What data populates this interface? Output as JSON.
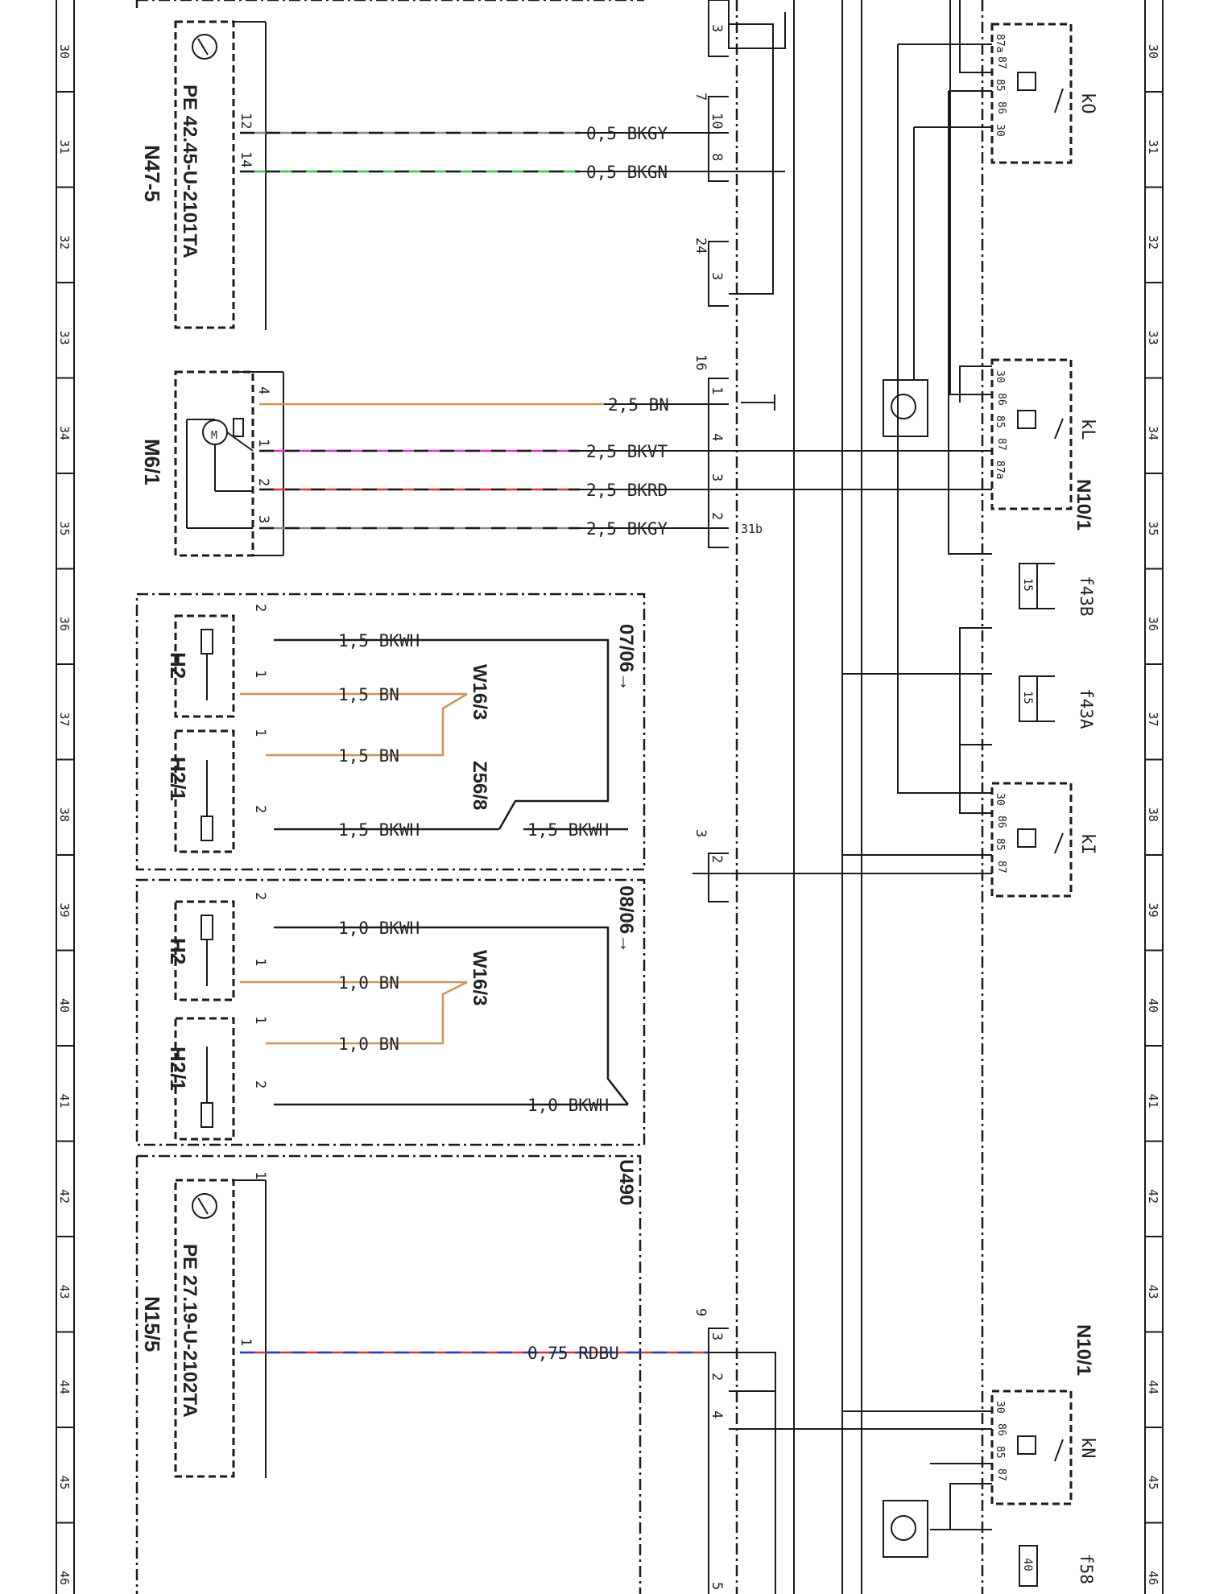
{
  "colors": {
    "black": "#1a1a1a",
    "gray": "#8a8a8a",
    "green": "#2ecc40",
    "brown": "#c9955a",
    "violet": "#d633d6",
    "red": "#e33030",
    "blue": "#2040d0"
  },
  "grid": {
    "rows": [
      "30",
      "31",
      "32",
      "33",
      "34",
      "35",
      "36",
      "37",
      "38",
      "39",
      "40",
      "41",
      "42",
      "43",
      "44",
      "45",
      "46"
    ]
  },
  "components": {
    "n47_5": {
      "name": "N47-5",
      "part": "PE 42.45-U-2101TA",
      "pins": [
        "12",
        "14"
      ]
    },
    "m6_1": {
      "name": "M6/1",
      "pins": [
        "4",
        "1",
        "2",
        "3"
      ],
      "motor_label": "M"
    },
    "h2_a": {
      "name": "H2",
      "pins": [
        "2",
        "1"
      ]
    },
    "h2_1_a": {
      "name": "H2/1",
      "pins": [
        "1",
        "2"
      ]
    },
    "h2_b": {
      "name": "H2",
      "pins": [
        "2",
        "1"
      ]
    },
    "h2_1_b": {
      "name": "H2/1",
      "pins": [
        "1",
        "2"
      ]
    },
    "n15_5": {
      "name": "N15/5",
      "part": "PE 27.19-U-2102TA",
      "pins": [
        "1",
        "1"
      ]
    },
    "w16_3_a": {
      "name": "W16/3"
    },
    "w16_3_b": {
      "name": "W16/3"
    },
    "z56_8": {
      "name": "Z56/8"
    },
    "ver1": {
      "label": "07/06→"
    },
    "ver2": {
      "label": "08/06→"
    },
    "u490": {
      "label": "U490"
    },
    "n10_1_top": {
      "name": "N10/1"
    },
    "n10_1_bottom": {
      "name": "N10/1"
    }
  },
  "wires": [
    {
      "id": "w1",
      "label": "0,5 BKGY"
    },
    {
      "id": "w2",
      "label": "0,5 BKGN"
    },
    {
      "id": "w3",
      "label": "2,5 BN"
    },
    {
      "id": "w4",
      "label": "2,5 BKVT"
    },
    {
      "id": "w5",
      "label": "2,5 BKRD"
    },
    {
      "id": "w6",
      "label": "2,5 BKGY"
    },
    {
      "id": "w7",
      "label": "1,5 BKWH"
    },
    {
      "id": "w8",
      "label": "1,5 BN"
    },
    {
      "id": "w9",
      "label": "1,5 BN"
    },
    {
      "id": "w10",
      "label": "1,5 BKWH"
    },
    {
      "id": "w11",
      "label": "1,5 BKWH"
    },
    {
      "id": "w12",
      "label": "1,0 BKWH"
    },
    {
      "id": "w13",
      "label": "1,0 BN"
    },
    {
      "id": "w14",
      "label": "1,0 BN"
    },
    {
      "id": "w15",
      "label": "1,0 BKWH"
    },
    {
      "id": "w16",
      "label": "0,75 RDBU"
    }
  ],
  "connectors": {
    "c_top": {
      "pins": [
        "3",
        "7",
        "10",
        "8",
        "24",
        "3"
      ]
    },
    "c_mid": {
      "pins": [
        "16",
        "1",
        "4",
        "3",
        "2",
        "31b"
      ]
    },
    "c_lamp": {
      "pins": [
        "3",
        "2"
      ]
    },
    "c_bottom": {
      "pins": [
        "9",
        "3",
        "2",
        "4",
        "5"
      ]
    }
  },
  "relays": {
    "kO": {
      "name": "kO",
      "pins": [
        "87a",
        "87",
        "85",
        "86",
        "30"
      ]
    },
    "kL": {
      "name": "kL",
      "pins": [
        "30",
        "86",
        "85",
        "87",
        "87a"
      ]
    },
    "kI": {
      "name": "kI",
      "pins": [
        "30",
        "86",
        "85",
        "87"
      ]
    },
    "kN": {
      "name": "kN",
      "pins": [
        "30",
        "86",
        "85",
        "87"
      ]
    }
  },
  "fuses": {
    "f43B": {
      "name": "f43B",
      "rating": "15"
    },
    "f43A": {
      "name": "f43A",
      "rating": "15"
    },
    "f58": {
      "name": "f58",
      "rating": "40"
    }
  }
}
